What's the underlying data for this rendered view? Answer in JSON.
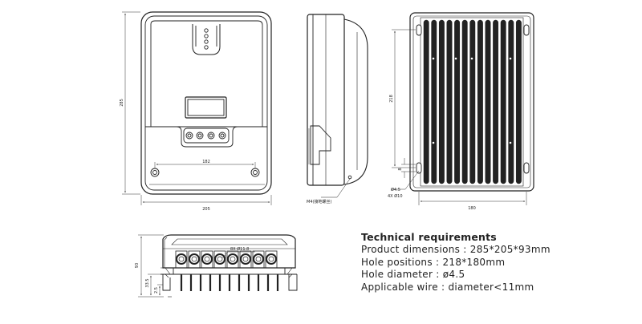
{
  "dimensions": {
    "front_height": "285",
    "front_width": "205",
    "front_hole_spacing": "182",
    "back_hole_height": "218",
    "back_width": "180",
    "back_small_8": "8",
    "back_hole_dia": "Ø4.5",
    "back_hole_slot": "4X Ø10",
    "side_screw_label": "M4(接地螺丝)",
    "bottom_height": "93",
    "bottom_h1": "33.5",
    "bottom_h2": "2.5",
    "bottom_terminal_label": "8X Ø11.8"
  },
  "technical": {
    "title": "Technical requirements",
    "lines": [
      "Product dimensions : 285*205*93mm",
      "Hole positions : 218*180mm",
      "Hole diameter : ø4.5",
      "Applicable wire : diameter<11mm"
    ]
  },
  "icons": [
    "led-indicator-icon",
    "button-icon",
    "mounting-hole-icon",
    "terminal-icon"
  ]
}
